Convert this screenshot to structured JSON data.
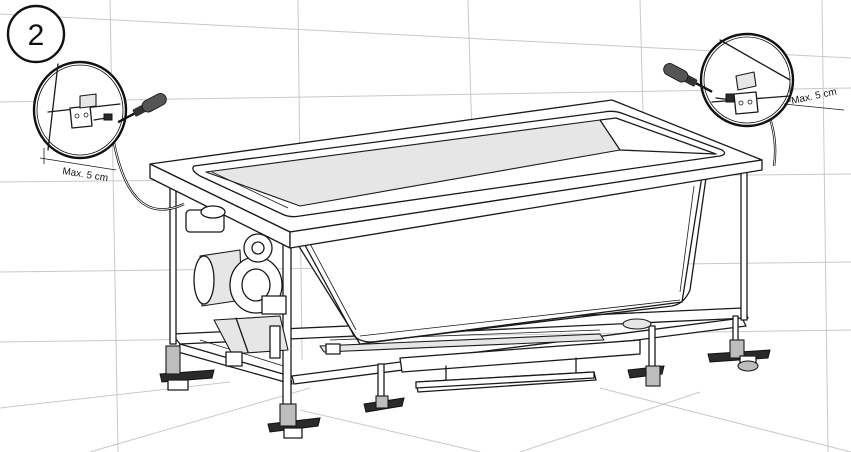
{
  "step": {
    "number": "2"
  },
  "detail_left": {
    "dimension_label": "Max. 5 cm"
  },
  "detail_right": {
    "dimension_label": "Max. 5 cm"
  },
  "icons": [
    "screwdriver-icon",
    "wall-bracket-icon",
    "screw-icon",
    "bathtub-illustration"
  ]
}
